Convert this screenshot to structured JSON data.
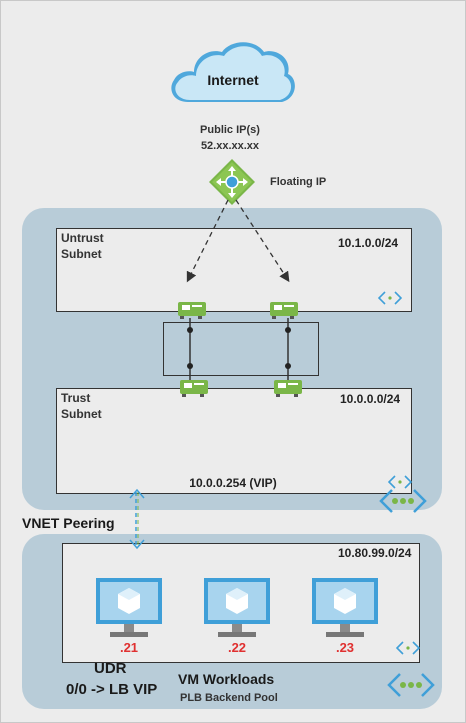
{
  "internet": {
    "label": "Internet"
  },
  "public_ip": {
    "line1": "Public IP(s)",
    "line2": "52.xx.xx.xx"
  },
  "floating_ip": {
    "label": "Floating IP"
  },
  "untrust": {
    "line1": "Untrust",
    "line2": "Subnet",
    "cidr": "10.1.0.0/24"
  },
  "trust": {
    "line1": "Trust",
    "line2": "Subnet",
    "cidr": "10.0.0.0/24",
    "vip": "10.0.0.254 (VIP)"
  },
  "peering": {
    "label": "VNET Peering"
  },
  "workload_subnet": {
    "cidr": "10.80.99.0/24"
  },
  "vms": [
    {
      "ip": ".21"
    },
    {
      "ip": ".22"
    },
    {
      "ip": ".23"
    }
  ],
  "udr": {
    "line1": "UDR",
    "line2": "0/0 -> LB VIP"
  },
  "workloads": {
    "title": "VM Workloads",
    "subtitle": "PLB Backend Pool"
  },
  "colors": {
    "vnet": "#b8ccd8",
    "accent_green": "#7ab648",
    "vm_blue": "#3f9fd8",
    "ip_red": "#e03030"
  }
}
